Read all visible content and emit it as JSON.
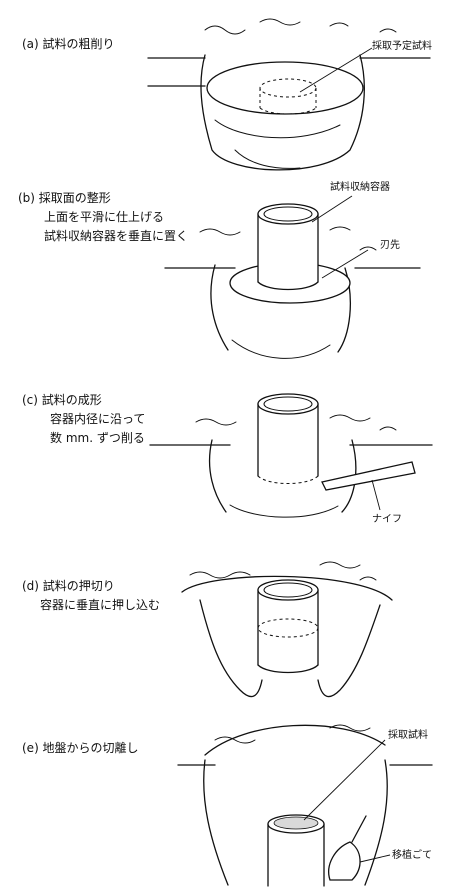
{
  "steps": [
    {
      "title": "(a) 試料の粗削り",
      "notes": [],
      "callouts": [
        "採取予定試料"
      ]
    },
    {
      "title": "(b) 採取面の整形",
      "notes": [
        "上面を平滑に仕上げる",
        "試料収納容器を垂直に置く"
      ],
      "callouts": [
        "試料収納容器",
        "刃先"
      ]
    },
    {
      "title": "(c) 試料の成形",
      "notes": [
        "容器内径に沿って",
        "数 mm. ずつ削る"
      ],
      "callouts": [
        "ナイフ"
      ]
    },
    {
      "title": "(d) 試料の押切り",
      "notes": [
        "容器に垂直に押し込む"
      ],
      "callouts": []
    },
    {
      "title": "(e) 地盤からの切離し",
      "notes": [],
      "callouts": [
        "採取試料",
        "移植ごて"
      ]
    }
  ]
}
